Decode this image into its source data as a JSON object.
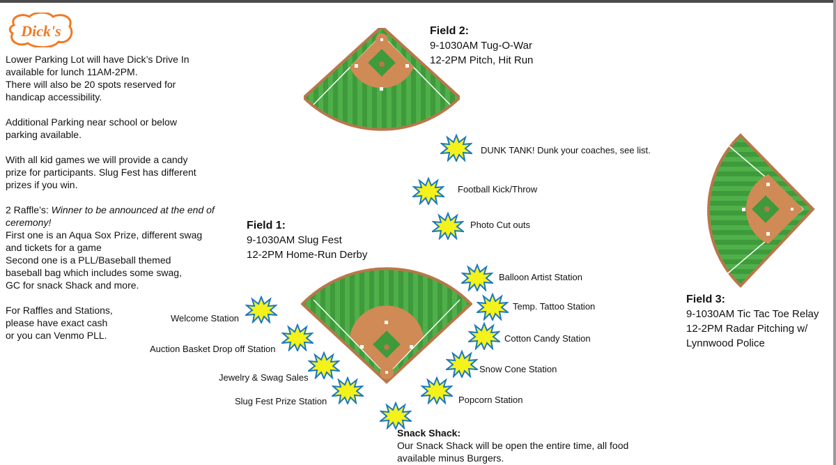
{
  "logo": {
    "text": "Dick's"
  },
  "info": {
    "p1": "Lower Parking Lot will have Dick’s Drive In\navailable for lunch 11AM-2PM.\nThere will also be 20 spots reserved for\nhandicap accessibility.",
    "p2": "Additional Parking near school or below\nparking available.",
    "p3": "With all kid games we will provide a candy\nprize for participants. Slug Fest has different\nprizes if you win.",
    "raffle_lead": "2 Raffle’s: ",
    "raffle_italic": "Winner to be announced at the end of ceremony!",
    "raffle_rest": "First one is an Aqua Sox Prize, different swag\nand tickets for a game\nSecond one is a PLL/Baseball themed\nbaseball bag which includes some swag,\nGC for snack Shack and more.",
    "p5": "For Raffles and Stations,\nplease have exact cash\nor you can Venmo PLL."
  },
  "fields": {
    "field2": {
      "title": "Field 2:",
      "line1": "9-1030AM Tug-O-War",
      "line2": "12-2PM Pitch, Hit Run"
    },
    "field1": {
      "title": "Field 1:",
      "line1": "9-1030AM Slug Fest",
      "line2": "12-2PM Home-Run Derby"
    },
    "field3": {
      "title": "Field 3:",
      "line1": "9-1030AM Tic Tac Toe Relay",
      "line2": "12-2PM Radar Pitching w/",
      "line3": "Lynnwood Police"
    }
  },
  "stations": {
    "dunk": "DUNK TANK! Dunk your coaches, see list.",
    "football": "Football Kick/Throw",
    "photo": "Photo Cut outs",
    "balloon": "Balloon Artist Station",
    "tattoo": "Temp. Tattoo Station",
    "cotton": "Cotton Candy Station",
    "snowcone": "Snow Cone Station",
    "popcorn": "Popcorn Station",
    "welcome": "Welcome Station",
    "auction": "Auction Basket Drop off Station",
    "jewelry": "Jewelry & Swag Sales",
    "slugprize": "Slug Fest Prize Station"
  },
  "snack": {
    "title": "Snack Shack:",
    "body": "Our Snack Shack will be open the entire time, all food available minus Burgers."
  },
  "colors": {
    "grass_dark": "#3e9a3a",
    "grass_light": "#4fb04a",
    "dirt": "#d08a55",
    "border": "#b8774a",
    "star_fill": "#f4f21a",
    "star_stroke": "#1a78c2",
    "logo_orange": "#f07a23"
  }
}
